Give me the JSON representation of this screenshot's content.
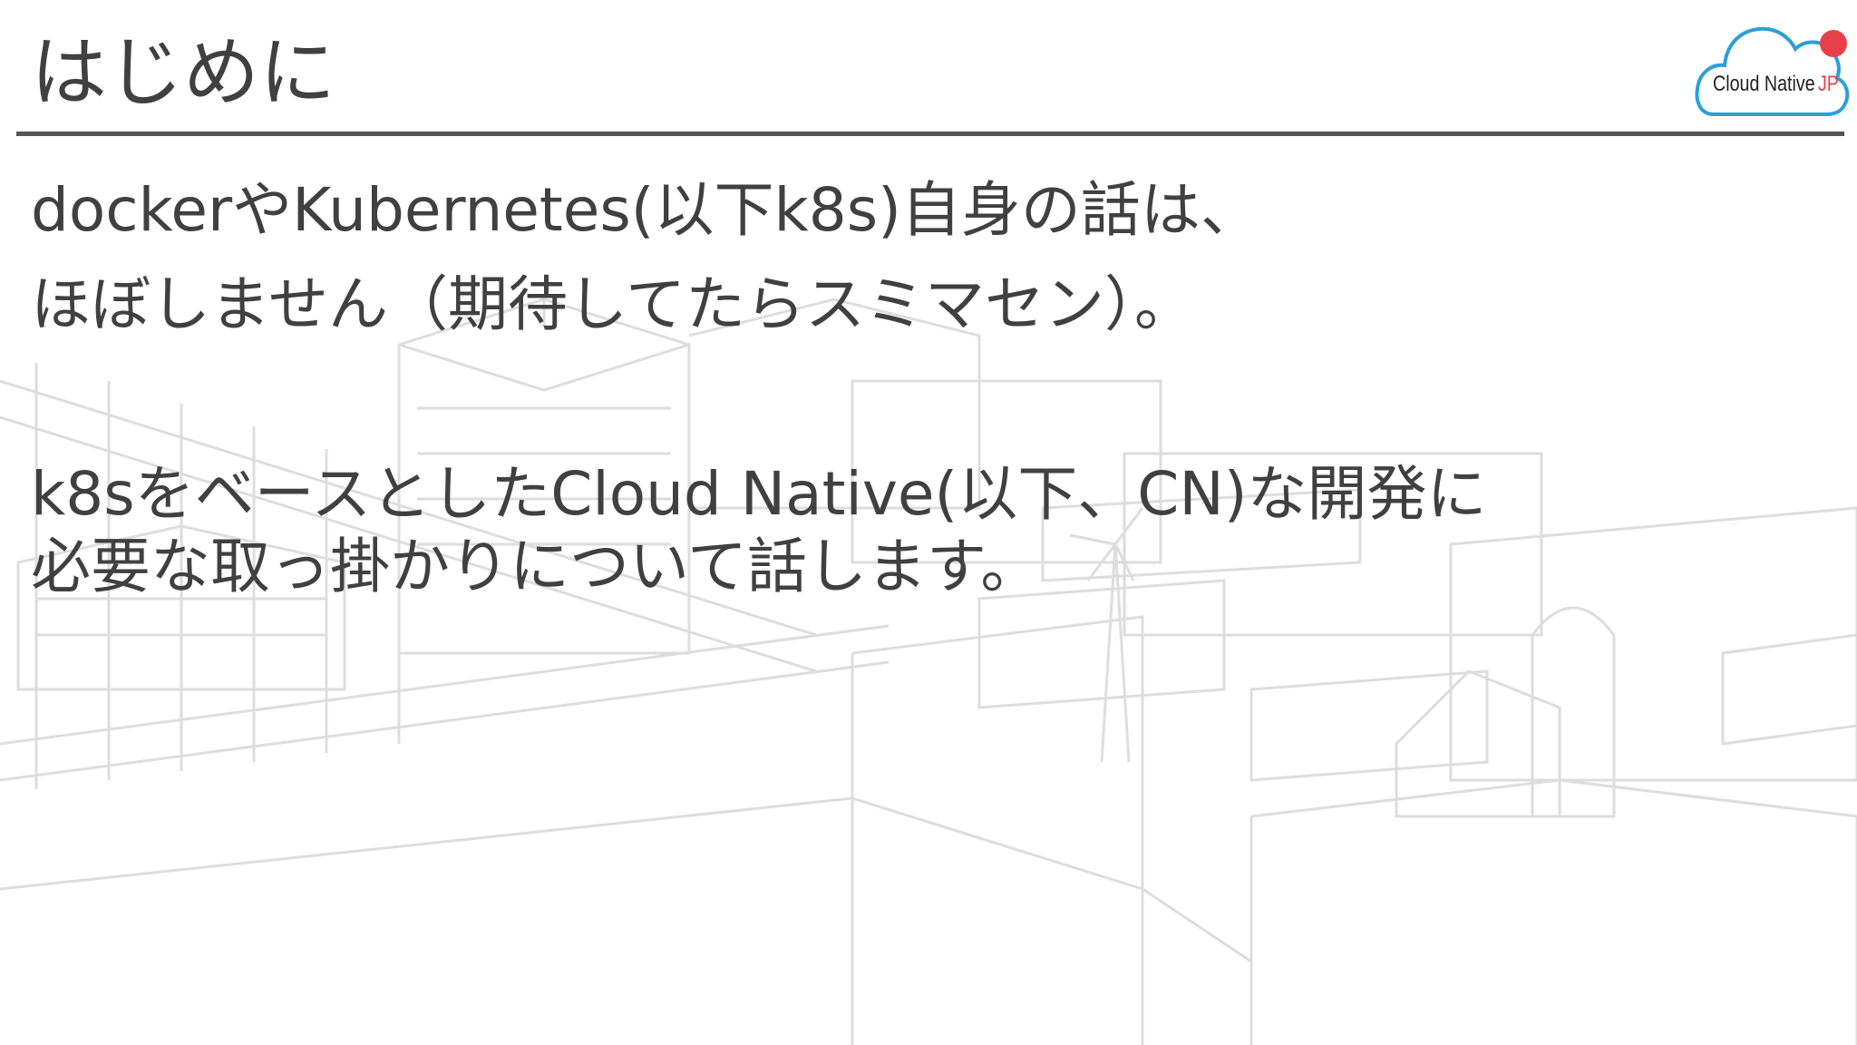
{
  "slide": {
    "title": "はじめに",
    "logo": {
      "name": "Cloud Native",
      "suffix": "JP",
      "icon": "cloud-icon",
      "colors": {
        "outline": "#2b9fd9",
        "dot": "#e8404a"
      }
    },
    "body": [
      "dockerやKubernetes(以下k8s)自身の話は、",
      "ほぼしません（期待してたらスミマセン）。",
      "k8sをベースとしたCloud Native(以下、CN)な開発に",
      "必要な取っ掛かりについて話します。"
    ],
    "colors": {
      "text": "#404040",
      "rule": "#555555",
      "background_art": "#dddddd"
    }
  }
}
